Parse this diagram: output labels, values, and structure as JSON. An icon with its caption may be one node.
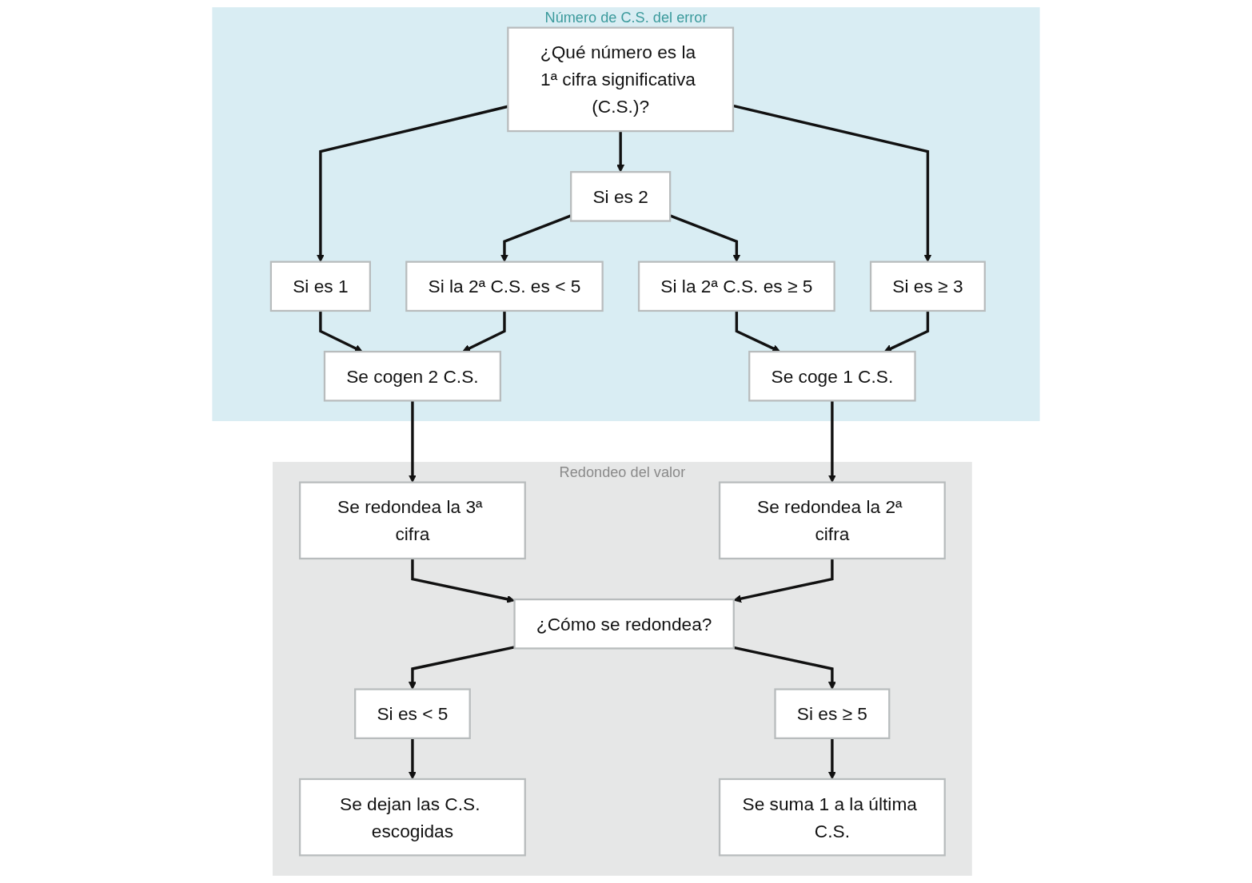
{
  "diagram": {
    "nodes": [
      {
        "text": [
          "Número de C.S. del error"
        ]
      },
      {
        "text": [
          "¿Qué número es la 1ª cifra significativa (C.S.)?"
        ],
        "in": 0
      },
      {
        "text": [
          "Si es 1"
        ],
        "in": 0
      },
      {
        "text": [
          "Si es 2"
        ],
        "in": 0
      },
      {
        "text": [
          "Si es ≥ 3"
        ],
        "in": 0
      },
      {
        "text": [
          "Si la 2ª C.S. es < 5"
        ],
        "in": 0
      },
      {
        "text": [
          "Si la 2ª C.S. es ≥ 5"
        ],
        "in": 0
      },
      {
        "text": [
          "Se cogen 2 C.S."
        ],
        "in": 0
      },
      {
        "text": [
          "Se coge 1 C.S."
        ],
        "in": 0
      },
      {
        "text": [
          "Redondeo del valor"
        ]
      },
      {
        "text": [
          "Se redondea la 3ª cifra"
        ],
        "in": 9
      },
      {
        "text": [
          "Se redondea la 2ª cifra"
        ],
        "in": 9
      },
      {
        "text": [
          "¿Cómo se redondea?"
        ],
        "in": 9
      },
      {
        "text": [
          "Si es < 5"
        ],
        "in": 9
      },
      {
        "text": [
          "Si es ≥ 5"
        ],
        "in": 9
      },
      {
        "text": [
          "Se dejan las C.S. escogidas"
        ],
        "in": 9
      },
      {
        "text": [
          "Se suma 1 a la última C.S."
        ],
        "in": 9
      }
    ],
    "edges": [
      {
        "from": 1,
        "to": 2,
        "arrow": "to"
      },
      {
        "from": 1,
        "to": 3,
        "arrow": "to"
      },
      {
        "from": 1,
        "to": 4,
        "arrow": "to"
      },
      {
        "from": 3,
        "to": 5,
        "arrow": "to"
      },
      {
        "from": 3,
        "to": 6,
        "arrow": "to"
      },
      {
        "from": 2,
        "to": 7,
        "arrow": "to"
      },
      {
        "from": 5,
        "to": 7,
        "arrow": "to"
      },
      {
        "from": 6,
        "to": 8,
        "arrow": "to"
      },
      {
        "from": 4,
        "to": 8,
        "arrow": "to"
      },
      {
        "from": 7,
        "to": 10,
        "arrow": "to"
      },
      {
        "from": 8,
        "to": 11,
        "arrow": "to"
      },
      {
        "from": 10,
        "to": 12,
        "arrow": "to"
      },
      {
        "from": 11,
        "to": 12,
        "arrow": "to"
      },
      {
        "from": 12,
        "to": 13,
        "arrow": "to"
      },
      {
        "from": 12,
        "to": 14,
        "arrow": "to"
      },
      {
        "from": 13,
        "to": 15,
        "arrow": "to"
      },
      {
        "from": 14,
        "to": 16,
        "arrow": "to"
      }
    ]
  }
}
